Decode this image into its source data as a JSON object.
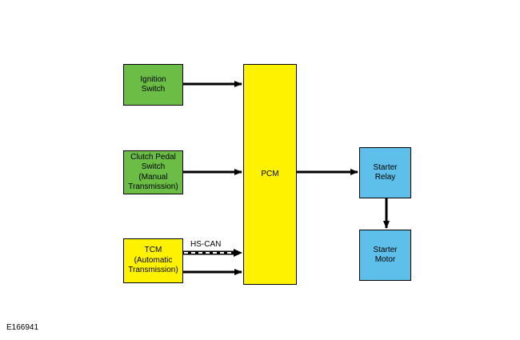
{
  "diagram": {
    "blocks": {
      "ignition": "Ignition\nSwitch",
      "clutch": "Clutch Pedal\nSwitch\n(Manual\nTransmission)",
      "tcm": "TCM\n(Automatic\nTransmission)",
      "pcm": "PCM",
      "relay": "Starter\nRelay",
      "motor": "Starter\nMotor"
    },
    "connections": [
      {
        "from": "Ignition Switch",
        "to": "PCM",
        "style": "solid"
      },
      {
        "from": "Clutch Pedal Switch",
        "to": "PCM",
        "style": "solid"
      },
      {
        "from": "TCM",
        "to": "PCM",
        "style": "dashed",
        "label": "HS-CAN"
      },
      {
        "from": "TCM",
        "to": "PCM",
        "style": "solid"
      },
      {
        "from": "PCM",
        "to": "Starter Relay",
        "style": "solid"
      },
      {
        "from": "Starter Relay",
        "to": "Starter Motor",
        "style": "solid"
      }
    ],
    "bus_label": "HS-CAN",
    "colors": {
      "switch_block": "#6cbd45",
      "module_block": "#fff200",
      "starter_block": "#5ebfea",
      "line": "#000000"
    }
  },
  "figure_id": "E166941"
}
